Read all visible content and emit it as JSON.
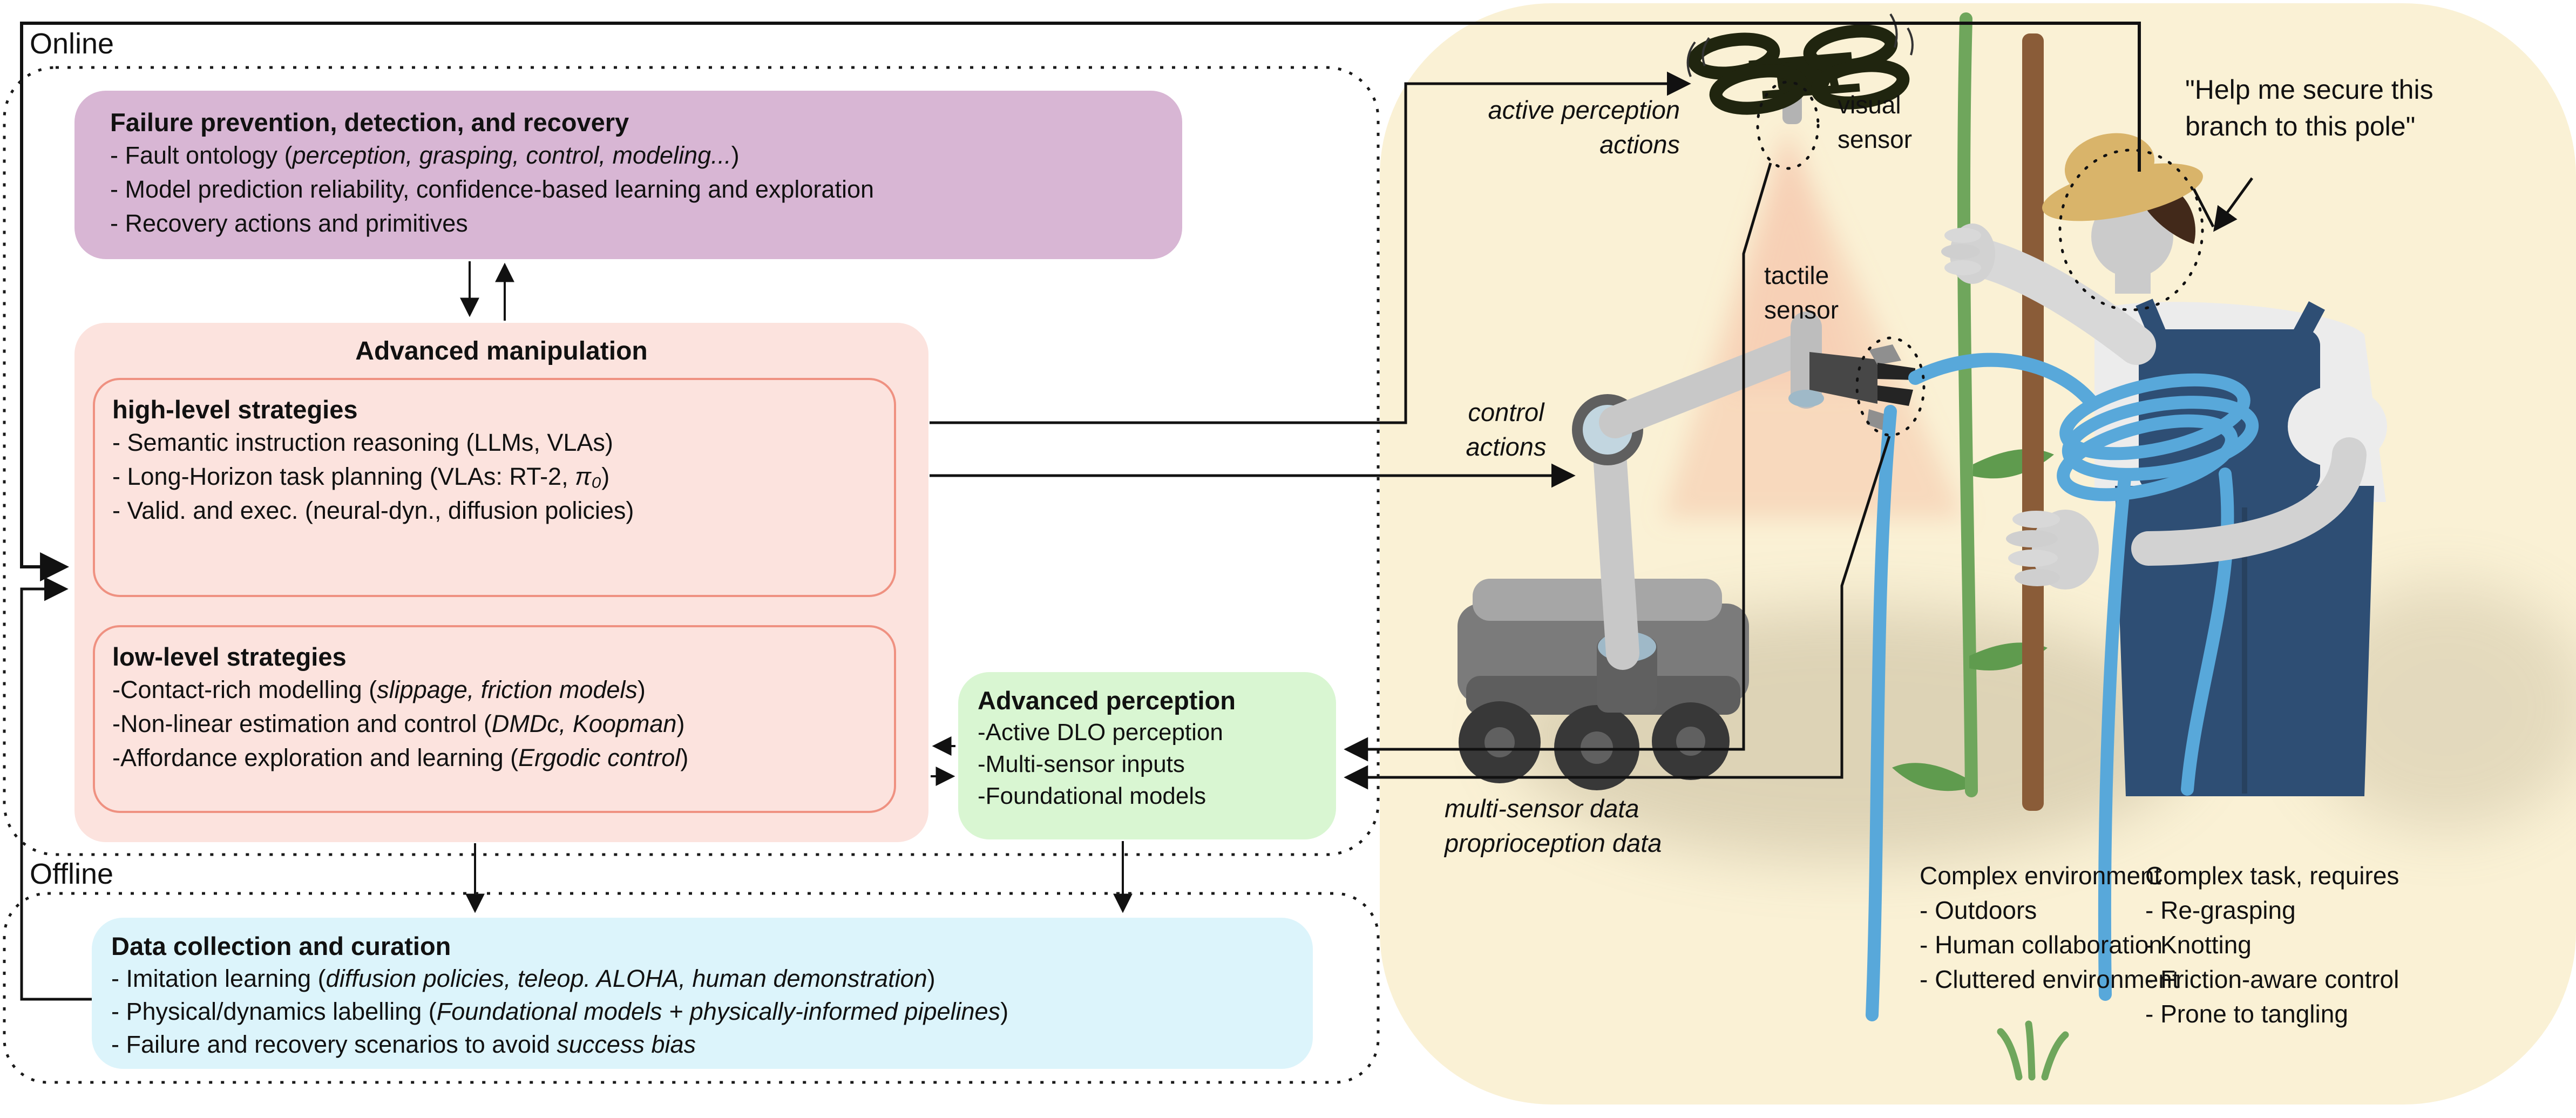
{
  "colors": {
    "purple_box": "#d8b6d4",
    "pink_box": "#fce3de",
    "pink_border": "#ef9181",
    "green_box": "#d9f6d2",
    "blue_box": "#dcf4fb",
    "cream_bg": "#faf1d5",
    "line": "#111111",
    "rope_blue": "#58a8da",
    "overalls_blue": "#2e4e74"
  },
  "sections": {
    "online": "Online",
    "offline": "Offline"
  },
  "boxes": {
    "failure": {
      "title": "Failure prevention, detection, and recovery",
      "items": [
        [
          {
            "t": "- Fault ontology ("
          },
          {
            "t": "perception, grasping, control, modeling...",
            "i": true
          },
          {
            "t": ")"
          }
        ],
        [
          {
            "t": "- Model prediction reliability, confidence-based learning and exploration"
          }
        ],
        [
          {
            "t": "- Recovery actions and primitives"
          }
        ]
      ]
    },
    "manipulation": {
      "title": "Advanced manipulation"
    },
    "high_level": {
      "title": "high-level strategies",
      "items": [
        [
          {
            "t": "- Semantic instruction reasoning (LLMs, VLAs)"
          }
        ],
        [
          {
            "t": "- Long-Horizon task planning (VLAs: RT-2, "
          },
          {
            "t": "π₀",
            "i": true
          },
          {
            "t": ")"
          }
        ],
        [
          {
            "t": "- Valid. and exec. (neural-dyn., diffusion policies)"
          }
        ]
      ]
    },
    "low_level": {
      "title": "low-level strategies",
      "items": [
        [
          {
            "t": "-Contact-rich modelling ("
          },
          {
            "t": "slippage, friction models",
            "i": true
          },
          {
            "t": ")"
          }
        ],
        [
          {
            "t": "-Non-linear estimation and control ("
          },
          {
            "t": "DMDc, Koopman",
            "i": true
          },
          {
            "t": ")"
          }
        ],
        [
          {
            "t": "-Affordance exploration and learning  ("
          },
          {
            "t": "Ergodic control",
            "i": true
          },
          {
            "t": ")"
          }
        ]
      ]
    },
    "perception": {
      "title": "Advanced perception",
      "items": [
        [
          {
            "t": "-Active DLO perception"
          }
        ],
        [
          {
            "t": "-Multi-sensor inputs"
          }
        ],
        [
          {
            "t": "-Foundational models"
          }
        ]
      ]
    },
    "data_collection": {
      "title": "Data collection and curation",
      "items": [
        [
          {
            "t": "- Imitation learning ("
          },
          {
            "t": "diffusion policies, teleop. ALOHA, human demonstration",
            "i": true
          },
          {
            "t": ")"
          }
        ],
        [
          {
            "t": "- Physical/dynamics labelling ("
          },
          {
            "t": "Foundational models + physically-informed pipelines",
            "i": true
          },
          {
            "t": ")"
          }
        ],
        [
          {
            "t": "- Failure and recovery scenarios to avoid "
          },
          {
            "t": "success bias",
            "i": true
          }
        ]
      ]
    }
  },
  "flow_labels": {
    "active_perception": "active perception\nactions",
    "control": "control\nactions",
    "multi_sensor": "multi-sensor data\nproprioception data"
  },
  "illustration": {
    "visual_sensor": "visual\nsensor",
    "tactile_sensor": "tactile\nsensor",
    "speech": "\"Help me secure this\nbranch to this pole\"",
    "environment": {
      "title": "Complex environment",
      "items": [
        "- Outdoors",
        "- Human collaboration",
        "- Cluttered environment"
      ]
    },
    "task": {
      "title": "Complex task, requires",
      "items": [
        "- Re-grasping",
        "- Knotting",
        "- Friction-aware control",
        "- Prone to tangling"
      ]
    }
  }
}
